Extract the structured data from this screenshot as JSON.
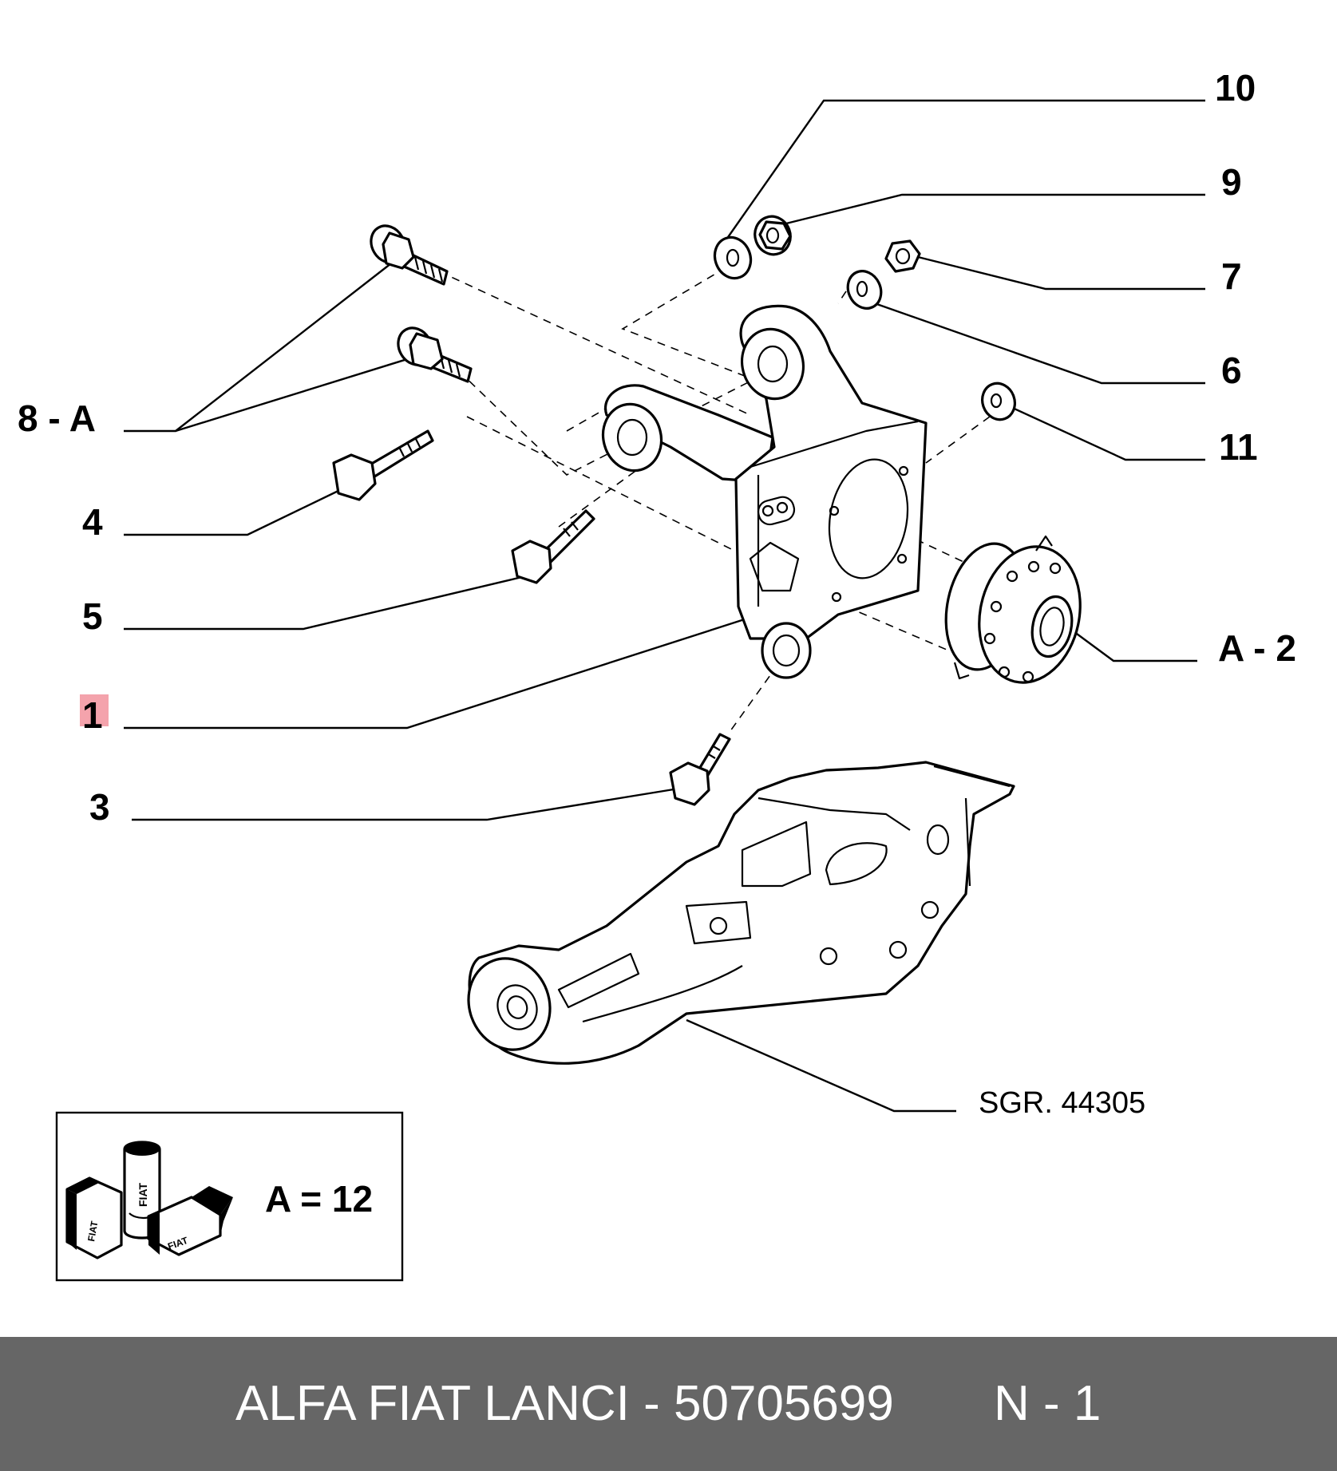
{
  "callouts": {
    "c10": "10",
    "c9": "9",
    "c7": "7",
    "c6": "6",
    "c11": "11",
    "c8a": "8 - A",
    "c4": "4",
    "c5": "5",
    "c1": "1",
    "c3": "3",
    "ca2": "A - 2"
  },
  "reference": "SGR. 44305",
  "legend": {
    "text": "A = 12",
    "can_label": "FIAT",
    "box1_label": "FIAT",
    "box2_label": "FIAT"
  },
  "highlight_color": "#f4a3ac",
  "footer": {
    "brand": "ALFA FIAT LANCI - 50705699",
    "code": "N - 1",
    "background": "#666666"
  }
}
